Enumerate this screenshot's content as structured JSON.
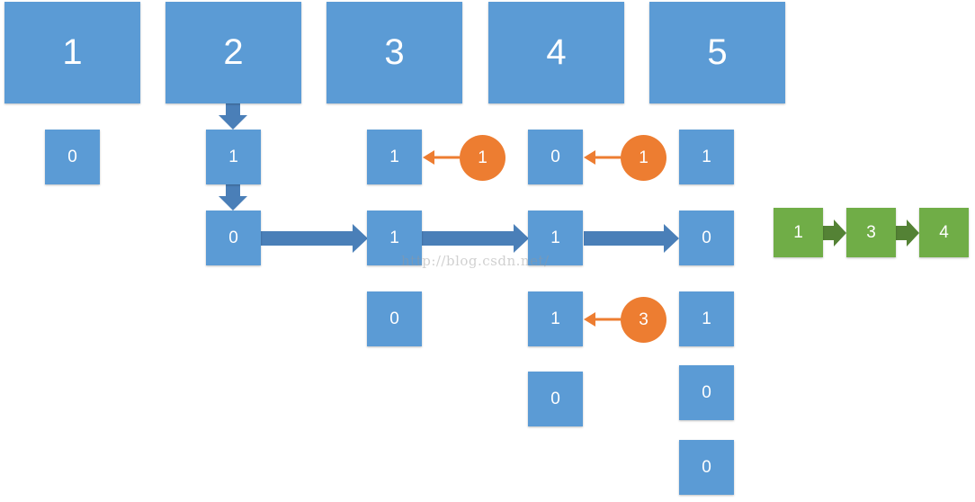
{
  "headers": [
    "1",
    "2",
    "3",
    "4",
    "5"
  ],
  "cells": {
    "h1": [
      "0"
    ],
    "h2": [
      "1",
      "0"
    ],
    "h3": [
      "1",
      "1",
      "0"
    ],
    "h4": [
      "0",
      "1",
      "1",
      "0"
    ],
    "h5": [
      "1",
      "0",
      "1",
      "0",
      "0"
    ]
  },
  "pointers": [
    "1",
    "1",
    "3"
  ],
  "result_list": [
    "1",
    "3",
    "4"
  ],
  "watermark": "http://blog.csdn.net/",
  "colors": {
    "blue": "#5b9bd5",
    "blue_arrow": "#4a7fb8",
    "orange": "#ed7d31",
    "green": "#70ad47",
    "green_arrow": "#548235"
  }
}
